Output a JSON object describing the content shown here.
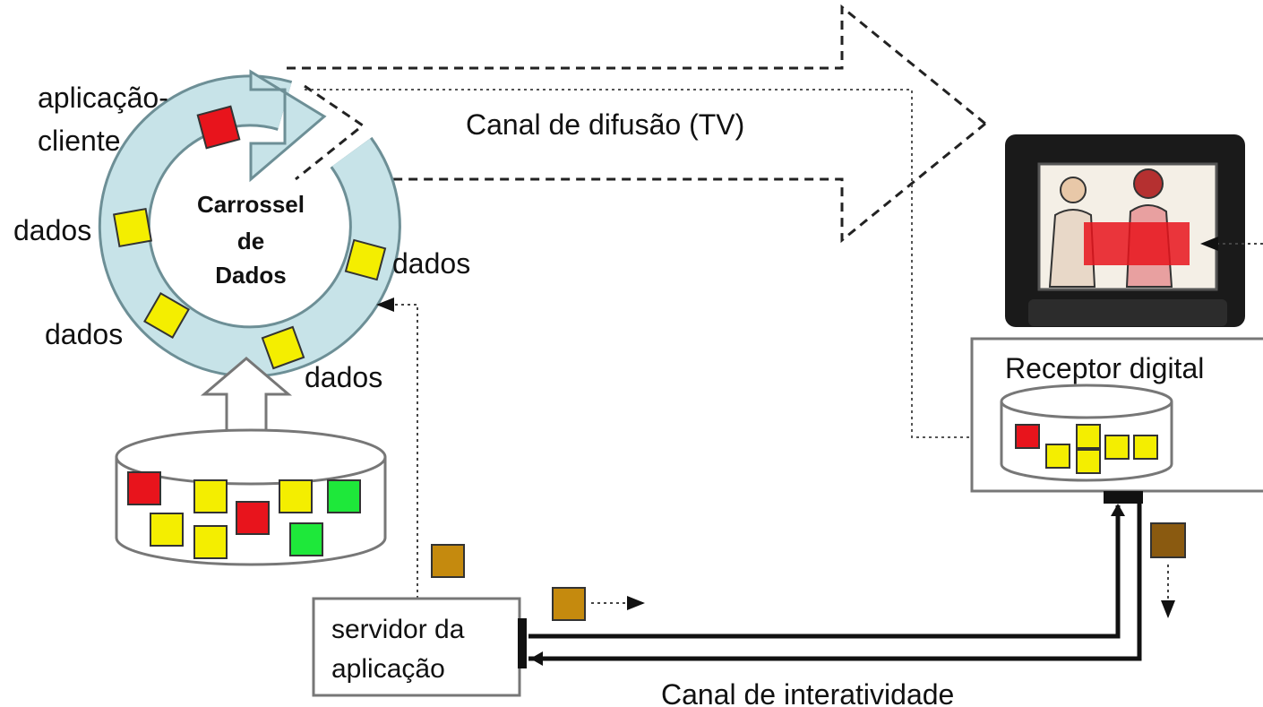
{
  "carousel": {
    "title_line1": "Carrossel",
    "title_line2": "de",
    "title_line3": "Dados",
    "label_app_client_1": "aplicação-",
    "label_app_client_2": "cliente",
    "label_data_left_top": "dados",
    "label_data_left_bottom": "dados",
    "label_data_right": "dados",
    "label_data_bottom": "dados"
  },
  "broadcast": {
    "label": "Canal de difusão (TV)"
  },
  "receiver": {
    "label": "Receptor digital"
  },
  "server": {
    "label_line1": "servidor da",
    "label_line2": "aplicação"
  },
  "interactivity": {
    "label": "Canal de interatividade"
  },
  "colors": {
    "ring": "#c7e3e8",
    "ring_stroke": "#6d8f96",
    "red": "#e8141c",
    "yellow": "#f4ee00",
    "green": "#1ee83a",
    "brown": "#c58a0e",
    "brown_dark": "#8a5a10",
    "tv_body": "#1a1a1a"
  }
}
